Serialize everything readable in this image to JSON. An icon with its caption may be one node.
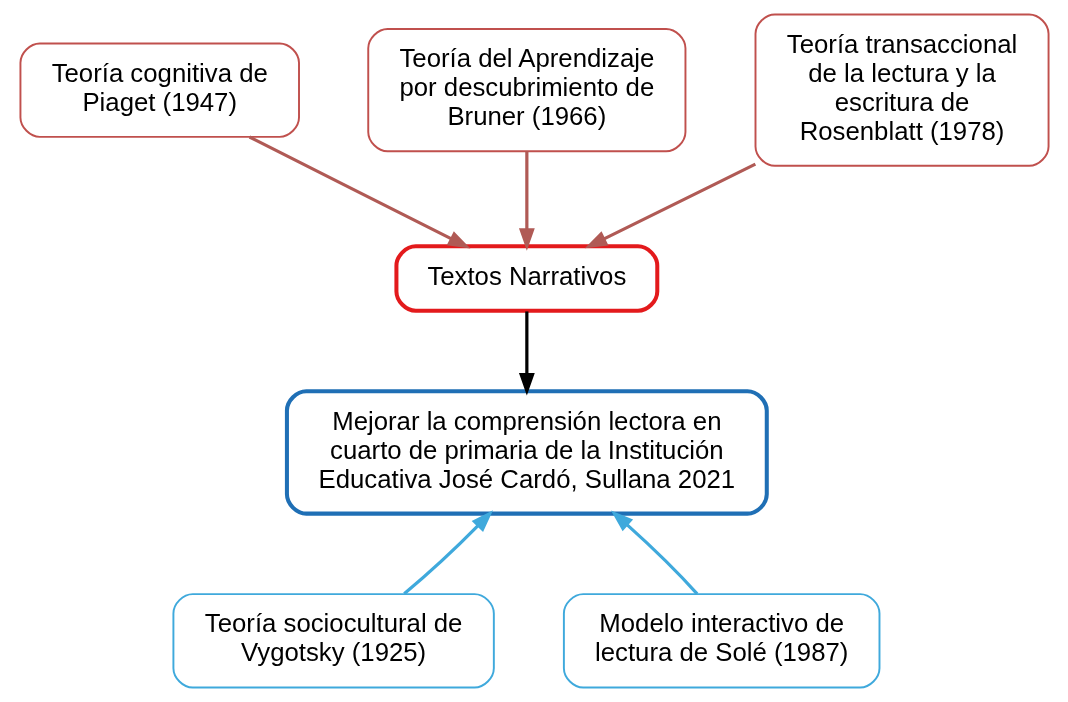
{
  "diagram": {
    "nodes": [
      {
        "text": [
          "Teoría cognitiva de Piaget (1947)"
        ]
      },
      {
        "text": [
          "Teoría del Aprendizaje por descubrimiento de Bruner (1966)"
        ]
      },
      {
        "text": [
          "Teoría transaccional de la lectura y la escritura de Rosenblatt (1978)"
        ]
      },
      {
        "text": [
          "Textos Narrativos"
        ]
      },
      {
        "text": [
          "Mejorar la comprensión lectora en cuarto de primaria de la Institución Educativa José Cardó, Sullana 2021"
        ]
      },
      {
        "text": [
          "Teoría sociocultural de Vygotsky (1925)"
        ]
      },
      {
        "text": [
          "Modelo interactivo de lectura de Solé (1987)"
        ]
      }
    ],
    "edges": [
      {
        "from": 0,
        "to": 3,
        "arrow": "to"
      },
      {
        "from": 1,
        "to": 3,
        "arrow": "to"
      },
      {
        "from": 2,
        "to": 3,
        "arrow": "to"
      },
      {
        "from": 3,
        "to": 4,
        "arrow": "to",
        "color": "#000000"
      },
      {
        "from": 5,
        "to": 4,
        "arrow": "to",
        "color": "#3fa9dc"
      },
      {
        "from": 6,
        "to": 4,
        "arrow": "to",
        "color": "#3fa9dc"
      }
    ]
  }
}
